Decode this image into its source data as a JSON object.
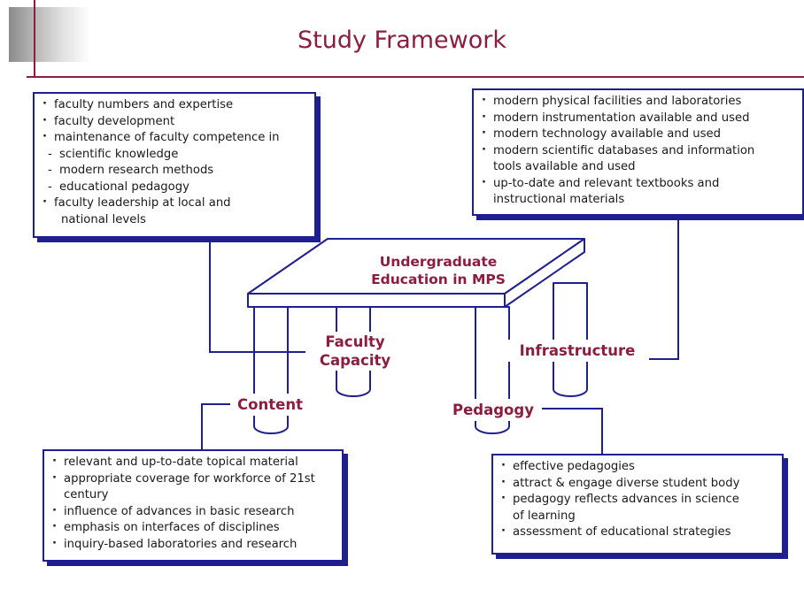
{
  "slide": {
    "title": "Study Framework"
  },
  "table": {
    "top_label_line1": "Undergraduate",
    "top_label_line2": "Education in MPS"
  },
  "legs": {
    "faculty_capacity_line1": "Faculty",
    "faculty_capacity_line2": "Capacity",
    "infrastructure": "Infrastructure",
    "content": "Content",
    "pedagogy": "Pedagogy"
  },
  "faculty_box": {
    "items": [
      {
        "kind": "b",
        "text": "faculty numbers and expertise"
      },
      {
        "kind": "b",
        "text": "faculty development"
      },
      {
        "kind": "b",
        "text": "maintenance of faculty competence in"
      },
      {
        "kind": "sub",
        "text": "scientific knowledge"
      },
      {
        "kind": "sub",
        "text": "modern research methods"
      },
      {
        "kind": "sub",
        "text": "educational pedagogy"
      },
      {
        "kind": "b",
        "text": "faculty leadership at local and"
      },
      {
        "kind": "cont",
        "text": "national levels"
      }
    ]
  },
  "infrastructure_box": {
    "items": [
      {
        "kind": "b",
        "text": "modern physical facilities and laboratories"
      },
      {
        "kind": "b",
        "text": "modern instrumentation available and used"
      },
      {
        "kind": "b",
        "text": "modern technology available and used"
      },
      {
        "kind": "b",
        "text": "modern scientific databases and information"
      },
      {
        "kind": "cont2",
        "text": "tools available and used"
      },
      {
        "kind": "b",
        "text": "up-to-date and relevant textbooks and"
      },
      {
        "kind": "cont2",
        "text": "instructional materials"
      }
    ]
  },
  "content_box": {
    "items": [
      {
        "kind": "b",
        "text": "relevant and up-to-date topical material"
      },
      {
        "kind": "b",
        "text": "appropriate coverage for workforce of 21st"
      },
      {
        "kind": "cont2",
        "text": "century"
      },
      {
        "kind": "b",
        "text": "influence of advances in basic research"
      },
      {
        "kind": "b",
        "text": "emphasis on interfaces of disciplines"
      },
      {
        "kind": "b",
        "text": "inquiry-based laboratories and research"
      }
    ]
  },
  "pedagogy_box": {
    "items": [
      {
        "kind": "b",
        "text": "effective pedagogies"
      },
      {
        "kind": "b",
        "text": "attract & engage diverse student body"
      },
      {
        "kind": "b",
        "text": "pedagogy reflects advances in science"
      },
      {
        "kind": "cont2",
        "text": "of learning"
      },
      {
        "kind": "b",
        "text": "assessment of educational strategies"
      }
    ]
  },
  "colors": {
    "accent": "#8b1e3f",
    "box_border": "#1f1f8f",
    "text": "#1a1a1a"
  }
}
